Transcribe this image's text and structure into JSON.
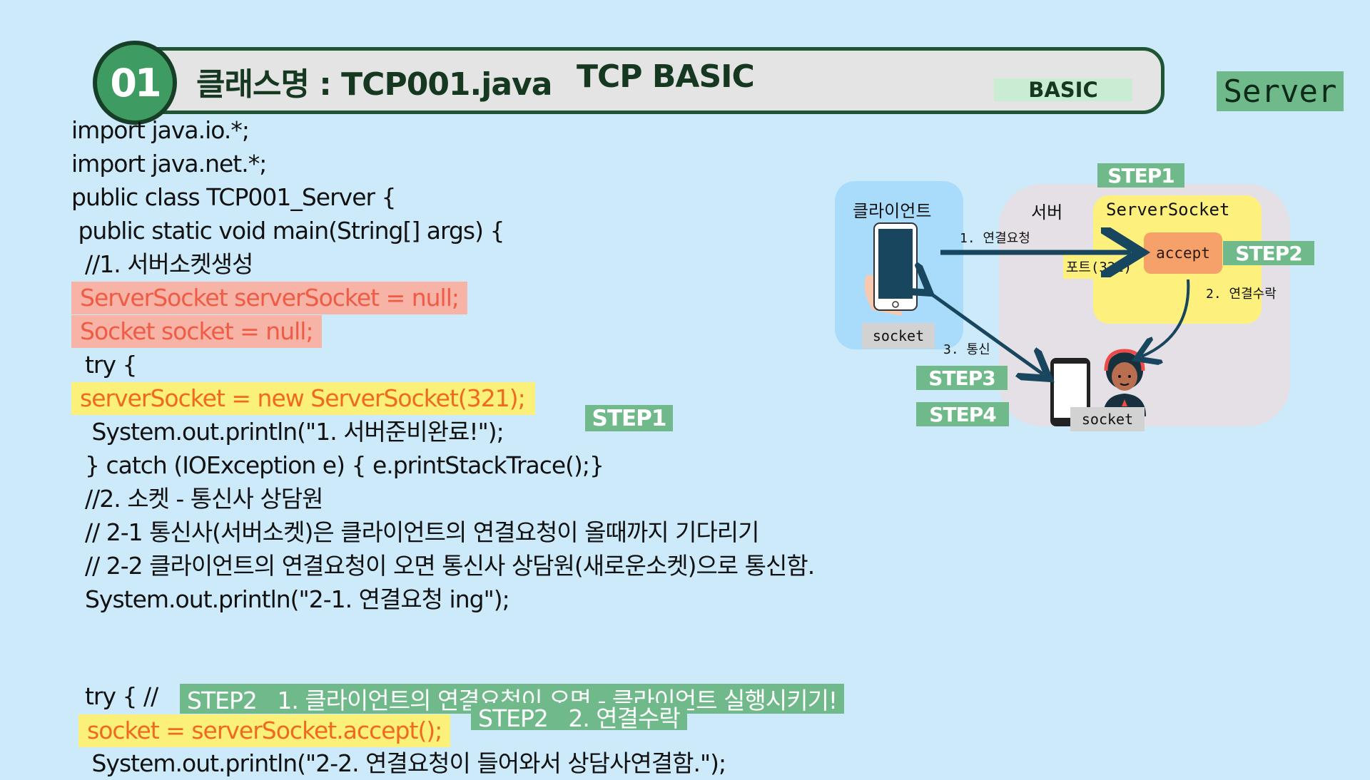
{
  "header": {
    "number": "01",
    "class_name": "클래스명 : TCP001.java",
    "title": "TCP BASIC",
    "badge": "BASIC",
    "side_badge": "Server"
  },
  "code": {
    "l1": "import java.io.*;",
    "l2": "import java.net.*;",
    "l3": "public class TCP001_Server {",
    "l4": " public static void main(String[] args) {",
    "l5": "  //1. 서버소켓생성",
    "l6": "ServerSocket serverSocket = null;",
    "l7": "Socket socket = null;",
    "l8": "  try {",
    "l9": "serverSocket = new ServerSocket(321);",
    "l10": "   System.out.println(\"1. 서버준비완료!\");",
    "l11": "  } catch (IOException e) { e.printStackTrace();}",
    "l12": "  //2. 소켓 - 통신사 상담원",
    "l13": "  // 2-1 통신사(서버소켓)은 클라이언트의 연결요청이 올때까지 기다리기",
    "l14": "  // 2-2 클라이언트의 연결요청이 오면 통신사 상담원(새로운소켓)으로 통신함.",
    "l15": "  System.out.println(\"2-1. 연결요청 ing\");",
    "l16": "  try { //",
    "l17": "socket = serverSocket.accept();",
    "l18": "   System.out.println(\"2-2. 연결요청이 들어와서 상담사연결함.\");"
  },
  "notes": {
    "step1": "STEP1",
    "step2_note": "STEP2   1. 클라이언트의 연결요청이 오면 - 클라이언트 실행시키기!",
    "step2_accept": "STEP2   2. 연결수락"
  },
  "diagram": {
    "client_label": "클라이언트",
    "server_label": "서버",
    "serversocket_label": "ServerSocket",
    "accept_label": "accept",
    "port_label": "포트(321)",
    "arrow1": "1. 연결요청",
    "arrow2": "2. 연결수락",
    "arrow3": "3. 통신",
    "client_socket": "socket",
    "server_socket": "socket",
    "step1": "STEP1",
    "step2": "STEP2",
    "step3": "STEP3",
    "step4": "STEP4"
  },
  "colors": {
    "background": "#cdeafa",
    "accent_green": "#6fb98a",
    "highlight_pink": "#f7b3a6",
    "highlight_yellow": "#fbf07a"
  }
}
